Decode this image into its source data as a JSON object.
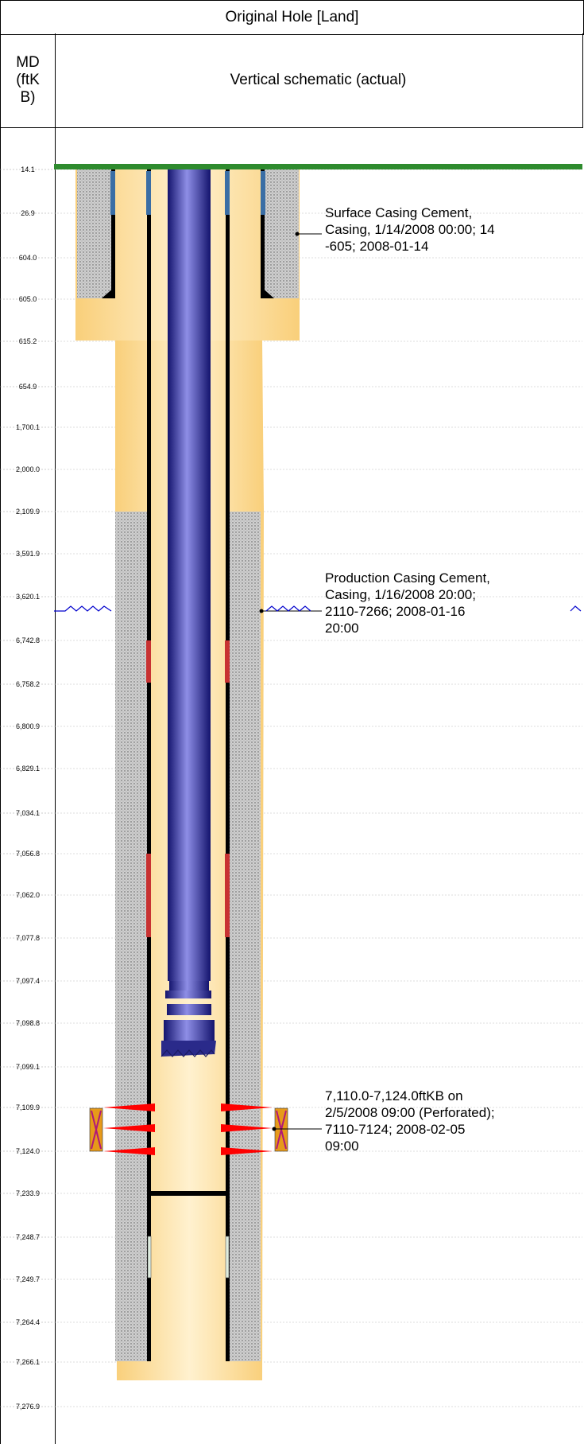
{
  "header": {
    "title": "Original Hole [Land]",
    "md_column_label": "MD (ftKB)",
    "schematic_label": "Vertical schematic (actual)"
  },
  "depth_labels": [
    "14.1",
    "26.9",
    "604.0",
    "605.0",
    "615.2",
    "654.9",
    "1,700.1",
    "2,000.0",
    "2,109.9",
    "3,591.9",
    "3,620.1",
    "6,742.8",
    "6,758.2",
    "6,800.9",
    "6,829.1",
    "7,034.1",
    "7,056.8",
    "7,062.0",
    "7,077.8",
    "7,097.4",
    "7,098.8",
    "7,099.1",
    "7,109.9",
    "7,124.0",
    "7,233.9",
    "7,248.7",
    "7,249.7",
    "7,264.4",
    "7,266.1",
    "7,276.9"
  ],
  "annotations": {
    "surface_casing": [
      "Surface Casing Cement,",
      "Casing, 1/14/2008 00:00; 14",
      "-605; 2008-01-14"
    ],
    "production_casing": [
      "Production Casing Cement,",
      "Casing, 1/16/2008 20:00;",
      "2110-7266; 2008-01-16",
      "20:00"
    ],
    "perforation": [
      "7,110.0-7,124.0ftKB on",
      "2/5/2008 09:00 (Perforated);",
      "7110-7124; 2008-02-05",
      "09:00"
    ]
  },
  "colors": {
    "formation": "#fcd88c",
    "cement": "#c9c9c9",
    "tubing": "#3a3aa8",
    "casing": "#000000",
    "ground": "#2e8b2e",
    "perf_charge": "#ff0000",
    "perf_gun": "#e69a1a"
  }
}
